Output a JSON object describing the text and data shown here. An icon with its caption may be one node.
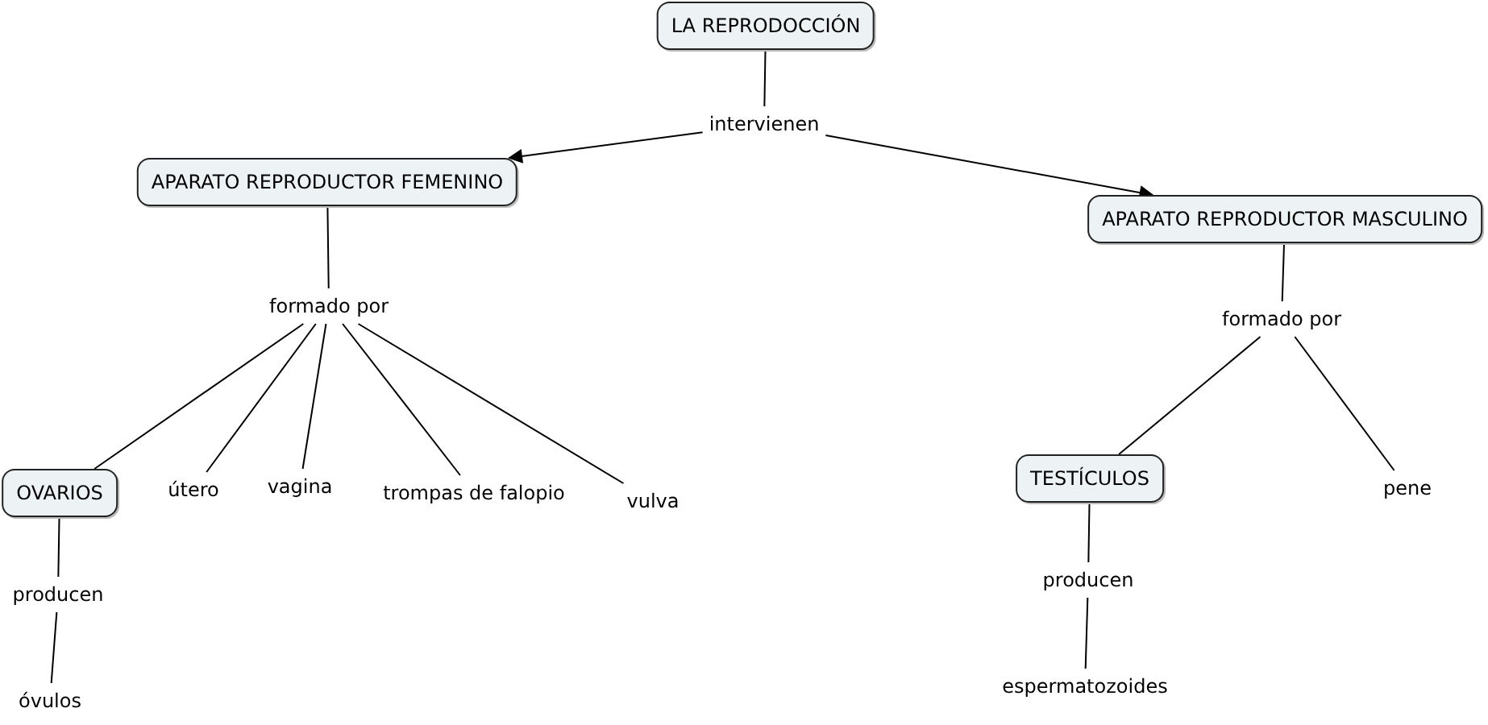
{
  "diagram": {
    "nodes": [
      {
        "text": [
          "LA REPRODOCCIÓN"
        ]
      },
      {
        "text": [
          "intervienen"
        ]
      },
      {
        "text": [
          "APARATO REPRODUCTOR FEMENINO"
        ]
      },
      {
        "text": [
          "APARATO REPRODUCTOR MASCULINO"
        ]
      },
      {
        "text": [
          "formado por"
        ]
      },
      {
        "text": [
          "formado por"
        ]
      },
      {
        "text": [
          "OVARIOS"
        ]
      },
      {
        "text": [
          "útero"
        ]
      },
      {
        "text": [
          "vagina"
        ]
      },
      {
        "text": [
          "trompas de falopio"
        ]
      },
      {
        "text": [
          "vulva"
        ]
      },
      {
        "text": [
          "TESTÍCULOS"
        ]
      },
      {
        "text": [
          "pene"
        ]
      },
      {
        "text": [
          "producen"
        ]
      },
      {
        "text": [
          "producen"
        ]
      },
      {
        "text": [
          "óvulos"
        ]
      },
      {
        "text": [
          "espermatozoides"
        ]
      }
    ],
    "edges": [
      {
        "from": 0,
        "to": 1,
        "arrow": "none"
      },
      {
        "from": 1,
        "to": 2,
        "arrow": "to"
      },
      {
        "from": 1,
        "to": 3,
        "arrow": "to"
      },
      {
        "from": 2,
        "to": 4,
        "arrow": "none"
      },
      {
        "from": 3,
        "to": 5,
        "arrow": "none"
      },
      {
        "from": 4,
        "to": 6,
        "arrow": "none"
      },
      {
        "from": 4,
        "to": 7,
        "arrow": "none"
      },
      {
        "from": 4,
        "to": 8,
        "arrow": "none"
      },
      {
        "from": 4,
        "to": 9,
        "arrow": "none"
      },
      {
        "from": 4,
        "to": 10,
        "arrow": "none"
      },
      {
        "from": 5,
        "to": 11,
        "arrow": "none"
      },
      {
        "from": 5,
        "to": 12,
        "arrow": "none"
      },
      {
        "from": 6,
        "to": 13,
        "arrow": "none"
      },
      {
        "from": 13,
        "to": 15,
        "arrow": "none"
      },
      {
        "from": 11,
        "to": 14,
        "arrow": "none"
      },
      {
        "from": 14,
        "to": 16,
        "arrow": "none"
      }
    ]
  }
}
